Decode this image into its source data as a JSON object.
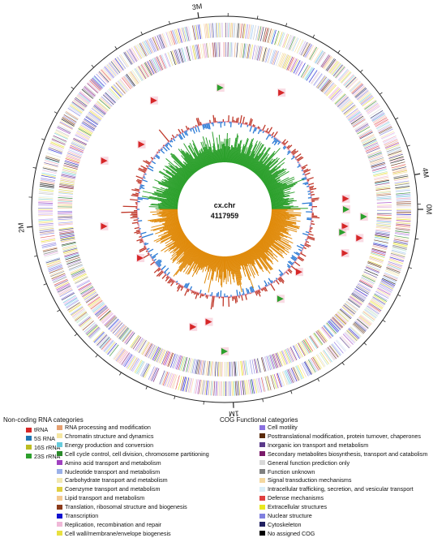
{
  "genome": {
    "name": "cx.chr",
    "length": "4117959",
    "tick_labels": [
      {
        "text": "0M",
        "position_mb": 0
      },
      {
        "text": "1M",
        "position_mb": 1
      },
      {
        "text": "2M",
        "position_mb": 2
      },
      {
        "text": "3M",
        "position_mb": 3
      },
      {
        "text": "4M",
        "position_mb": 4
      }
    ]
  },
  "legend": {
    "ncrna_title": "Non-coding RNA categories",
    "ncrna": [
      {
        "label": "tRNA",
        "color": "#d62728"
      },
      {
        "label": "5S RNA",
        "color": "#1f77b4"
      },
      {
        "label": "16S rRNA",
        "color": "#bcbd22"
      },
      {
        "label": "23S rRNA",
        "color": "#2ca02c"
      }
    ],
    "cog_title": "COG Functional categories",
    "cog_col1": [
      {
        "label": "RNA processing and modification",
        "color": "#e6a070"
      },
      {
        "label": "Chromatin structure and dynamics",
        "color": "#f5e6a0"
      },
      {
        "label": "Energy production and conversion",
        "color": "#66ccdd"
      },
      {
        "label": "Cell cycle control, cell division, chromosome partitioning",
        "color": "#2a8a2a"
      },
      {
        "label": "Amino acid transport and metabolism",
        "color": "#a040c0"
      },
      {
        "label": "Nucleotide transport and metabolism",
        "color": "#9ab0e8"
      },
      {
        "label": "Carbohydrate transport and metabolism",
        "color": "#f2e8b0"
      },
      {
        "label": "Coenzyme transport and metabolism",
        "color": "#e0d040"
      },
      {
        "label": "Lipid transport and metabolism",
        "color": "#f4c890"
      },
      {
        "label": "Translation, ribosomal structure and biogenesis",
        "color": "#8b3a1a"
      },
      {
        "label": "Transcription",
        "color": "#1010d0"
      },
      {
        "label": "Replication, recombination and repair",
        "color": "#f0b8d8"
      },
      {
        "label": "Cell wall/membrane/envelope biogenesis",
        "color": "#e8e040"
      }
    ],
    "cog_col2": [
      {
        "label": "Cell motility",
        "color": "#8a70e0"
      },
      {
        "label": "Posttranslational modification, protein turnover, chaperones",
        "color": "#5a2a0a"
      },
      {
        "label": "Inorganic ion transport and metabolism",
        "color": "#5a3a8a"
      },
      {
        "label": "Secondary metabolites biosynthesis, transport and catabolism",
        "color": "#7a1a6a"
      },
      {
        "label": "General function prediction only",
        "color": "#d8d8d8"
      },
      {
        "label": "Function unknown",
        "color": "#808080"
      },
      {
        "label": "Signal transduction mechanisms",
        "color": "#f4d8a0"
      },
      {
        "label": "Intracellular trafficking, secretion, and vesicular transport",
        "color": "#d8eef8"
      },
      {
        "label": "Defense mechanisms",
        "color": "#e04040"
      },
      {
        "label": "Extracellular structures",
        "color": "#e8e820"
      },
      {
        "label": "Nuclear structure",
        "color": "#8080e0"
      },
      {
        "label": "Cytoskeleton",
        "color": "#202060"
      },
      {
        "label": "No assigned COG",
        "color": "#000000"
      }
    ]
  },
  "colors": {
    "gc_content": "#c0392b",
    "gc_content_low": "#2b7bd6",
    "gc_skew_positive": "#2ca02c",
    "gc_skew_negative": "#e08a0a",
    "ring_bg": "#f3b8c8",
    "axis": "#222222"
  }
}
